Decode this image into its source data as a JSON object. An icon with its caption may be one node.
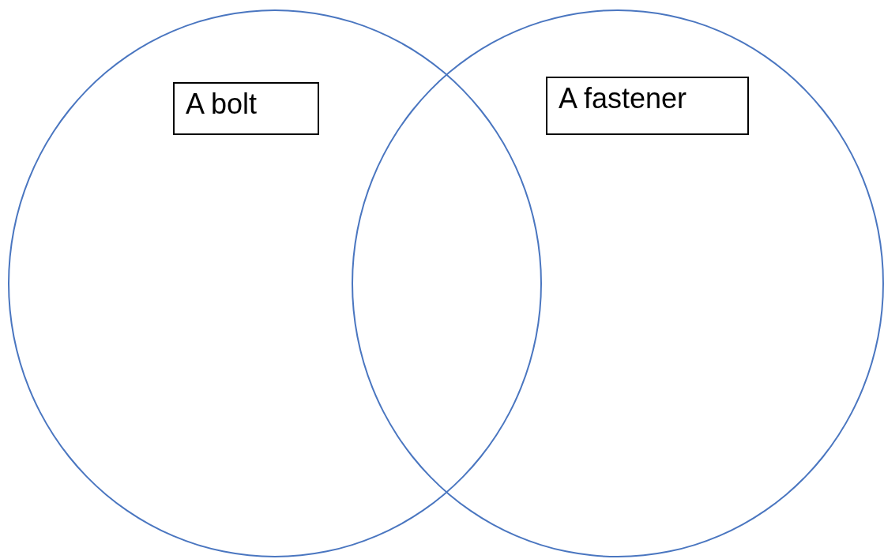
{
  "diagram": {
    "nodes": [
      {
        "text": [],
        "shape": "circle"
      },
      {
        "text": [],
        "shape": "circle"
      },
      {
        "text": [
          "A bolt"
        ],
        "in": 0
      },
      {
        "text": [
          "A fastener"
        ],
        "in": 1
      }
    ]
  }
}
